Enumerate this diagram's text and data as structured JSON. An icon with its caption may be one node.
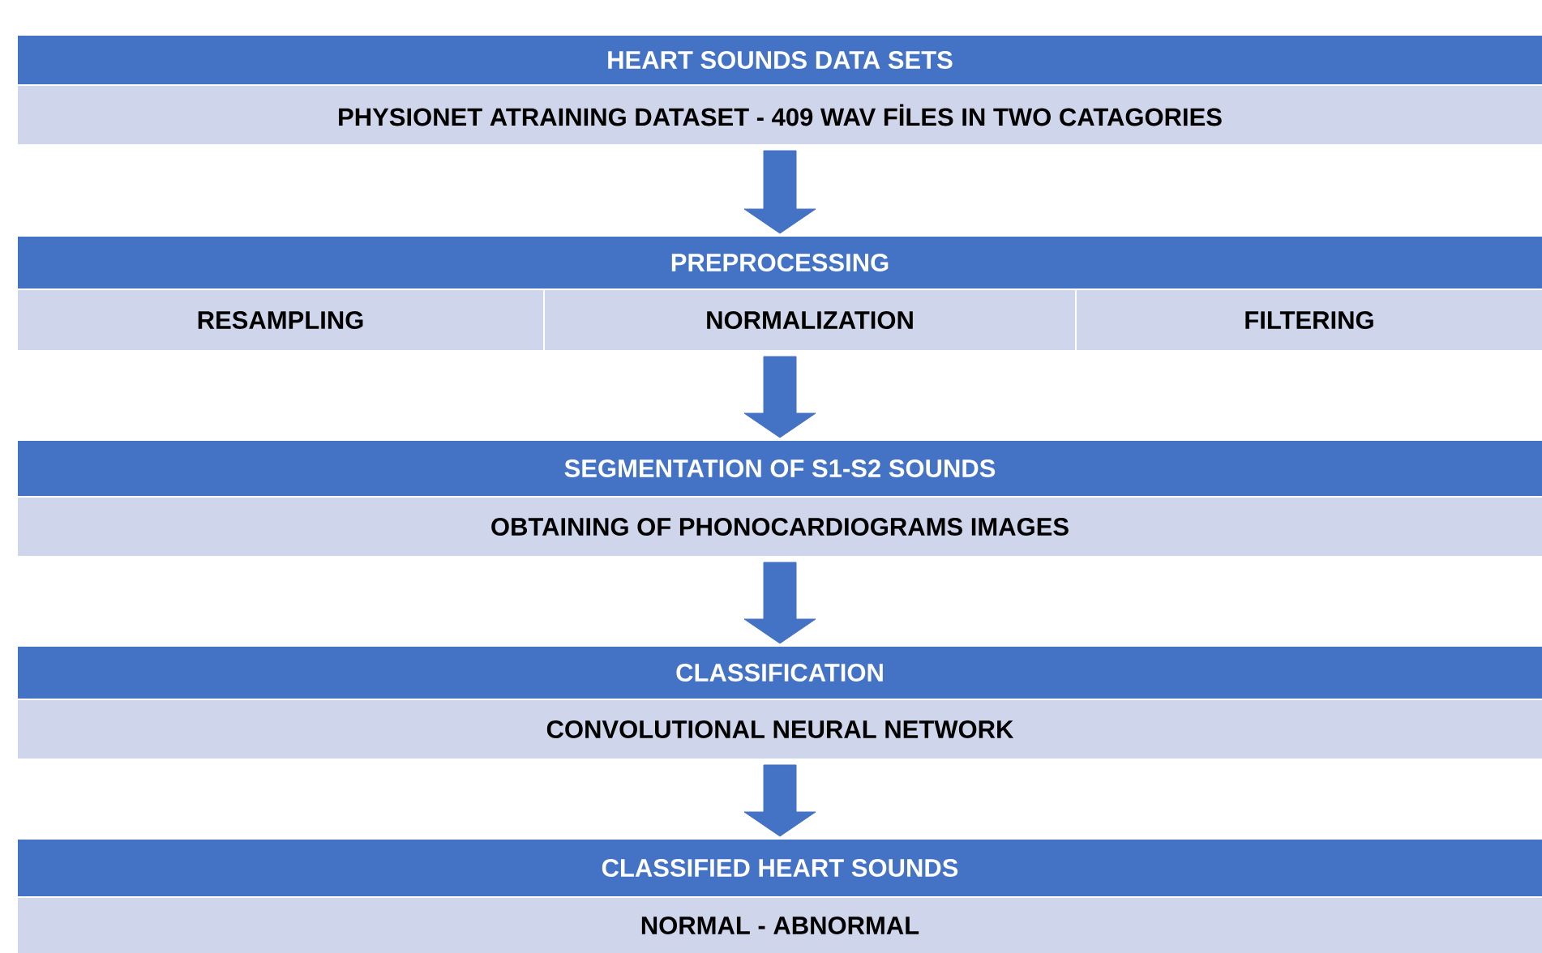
{
  "diagram": {
    "nodes": [
      {
        "text": [
          "HEART SOUNDS DATA SETS"
        ]
      },
      {
        "text": [
          "PHYSIONET ATRAINING DATASET - 409 WAV FİLES IN TWO CATAGORIES"
        ]
      },
      {
        "text": [
          "PREPROCESSING"
        ]
      },
      {
        "text": [
          "RESAMPLING"
        ]
      },
      {
        "text": [
          "NORMALIZATION"
        ]
      },
      {
        "text": [
          "FILTERING"
        ]
      },
      {
        "text": [
          "SEGMENTATION OF S1-S2 SOUNDS"
        ]
      },
      {
        "text": [
          "OBTAINING OF PHONOCARDIOGRAMS IMAGES"
        ]
      },
      {
        "text": [
          "CLASSIFICATION"
        ]
      },
      {
        "text": [
          "CONVOLUTIONAL NEURAL NETWORK"
        ]
      },
      {
        "text": [
          "CLASSIFIED HEART SOUNDS"
        ]
      },
      {
        "text": [
          "NORMAL - ABNORMAL"
        ]
      }
    ],
    "edges": [
      {
        "from": 1,
        "to": 2,
        "arrow": "to"
      },
      {
        "from": 4,
        "to": 6,
        "arrow": "to"
      },
      {
        "from": 7,
        "to": 8,
        "arrow": "to"
      },
      {
        "from": 9,
        "to": 10,
        "arrow": "to"
      }
    ]
  }
}
